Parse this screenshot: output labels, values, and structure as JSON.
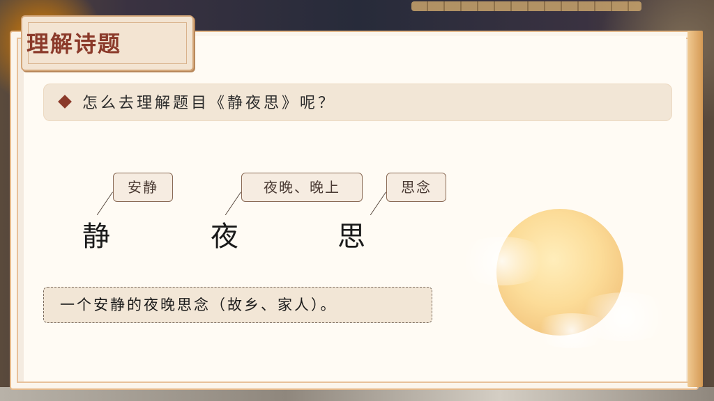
{
  "slide": {
    "section_title": "理解诗题",
    "question": "怎么去理解题目《静夜思》呢？",
    "characters": [
      {
        "char": "静",
        "meaning": "安静"
      },
      {
        "char": "夜",
        "meaning": "夜晚、晚上"
      },
      {
        "char": "思",
        "meaning": "思念"
      }
    ],
    "answer": "一个安静的夜晚思念（故乡、家人）。"
  },
  "colors": {
    "title_red": "#8b3a2a",
    "paper": "#fffbf4",
    "accent_orange": "#e5b98a"
  },
  "icons": {
    "bullet": "diamond-icon",
    "moon": "moon-decoration"
  }
}
